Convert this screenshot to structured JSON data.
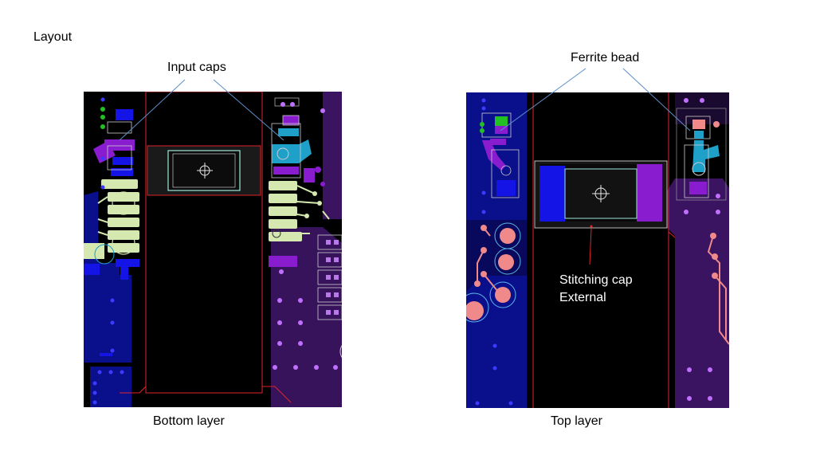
{
  "slide": {
    "title": "Layout"
  },
  "bottom": {
    "callout": "Input caps",
    "caption": "Bottom layer"
  },
  "top": {
    "callout": "Ferrite bead",
    "caption": "Top layer",
    "stitch_line1": "Stitching cap",
    "stitch_line2": "External"
  },
  "colors": {
    "board": "#000000",
    "outline": "#e0242a",
    "blue_pour": "#0a0f8c",
    "blue_pad": "#1414e6",
    "purple_pour": "#3a1460",
    "purple_pad": "#8a1ccf",
    "cyan": "#1ea0c8",
    "pale_green": "#d4e8b0",
    "green_pad": "#22c022",
    "salmon": "#f08a8a",
    "callout_line": "#5b8fc9"
  }
}
